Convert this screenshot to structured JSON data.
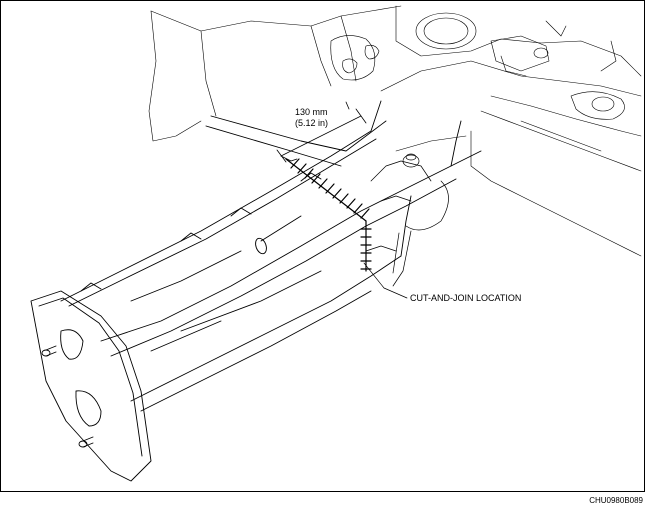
{
  "figure": {
    "dimension_mm": "130 mm",
    "dimension_in": "(5.12 in)",
    "callout_label": "CUT-AND-JOIN LOCATION",
    "figure_code": "CHU0980B089"
  }
}
